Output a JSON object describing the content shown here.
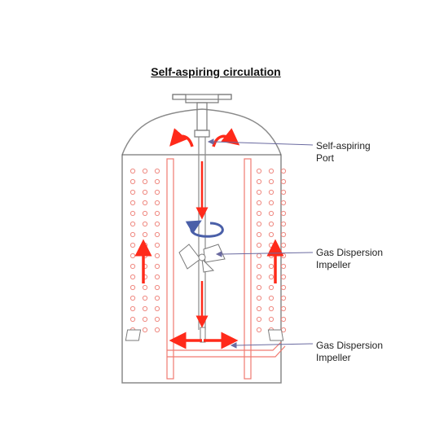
{
  "title": "Self-aspiring circulation",
  "labels": {
    "port": {
      "line1": "Self-aspiring",
      "line2": "Port"
    },
    "impeller_upper": {
      "line1": "Gas Dispersion",
      "line2": "Impeller"
    },
    "impeller_lower": {
      "line1": "Gas Dispersion",
      "line2": "Impeller"
    }
  },
  "colors": {
    "outline": "#8a8a8a",
    "flow": "#ff2a1a",
    "tube": "#f07a70",
    "bubble": "#ef8a82",
    "swirl": "#4a5fa8",
    "leader": "#6a6aa0"
  },
  "icons": {
    "swirl": "rotation-arrow-icon",
    "flow": "flow-arrow-icon"
  }
}
